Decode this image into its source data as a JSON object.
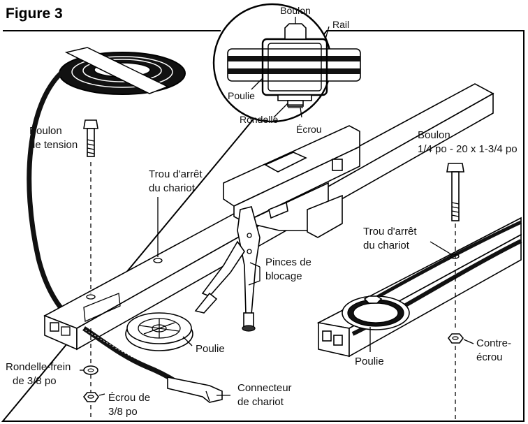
{
  "figure_title": "Figure 3",
  "inset": {
    "bolt": "Boulon",
    "rail": "Rail",
    "pulley": "Poulie",
    "washer": "Rondelle",
    "nut": "Écrou"
  },
  "labels": {
    "tension_bolt_1": "Boulon",
    "tension_bolt_2": "de tension",
    "stop_hole_left_1": "Trou d'arrêt",
    "stop_hole_left_2": "du chariot",
    "bolt_right_1": "Boulon",
    "bolt_right_2": "1/4 po - 20 x 1-3/4 po",
    "stop_hole_right_1": "Trou d'arrêt",
    "stop_hole_right_2": "du chariot",
    "locking_pliers_1": "Pinces de",
    "locking_pliers_2": "blocage",
    "pulley_left": "Poulie",
    "pulley_right": "Poulie",
    "lock_nut_1": "Contre-",
    "lock_nut_2": "écrou",
    "lock_washer_1": "Rondelle-frein",
    "lock_washer_2": "de 3/8 po",
    "nut_1": "Écrou de",
    "nut_2": "3/8 po",
    "trolley_connector_1": "Connecteur",
    "trolley_connector_2": "de chariot"
  }
}
